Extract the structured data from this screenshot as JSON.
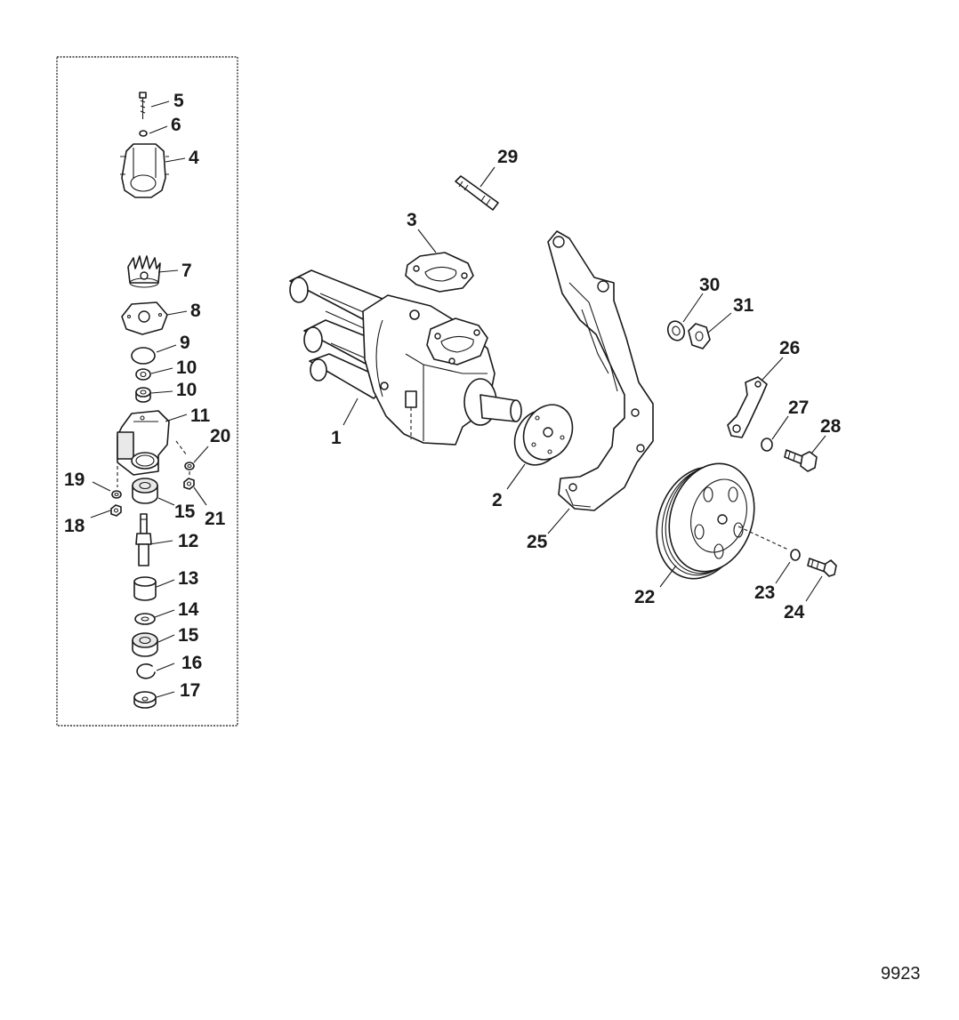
{
  "callouts": {
    "c1": "1",
    "c2": "2",
    "c3": "3",
    "c4": "4",
    "c5": "5",
    "c6": "6",
    "c7": "7",
    "c8": "8",
    "c9": "9",
    "c10a": "10",
    "c10b": "10",
    "c11": "11",
    "c12": "12",
    "c13": "13",
    "c14": "14",
    "c15a": "15",
    "c15b": "15",
    "c16": "16",
    "c17": "17",
    "c18": "18",
    "c19": "19",
    "c20": "20",
    "c21": "21",
    "c22": "22",
    "c23": "23",
    "c24": "24",
    "c25": "25",
    "c26": "26",
    "c27": "27",
    "c28": "28",
    "c29": "29",
    "c30": "30",
    "c31": "31"
  },
  "figure_id": "9923"
}
